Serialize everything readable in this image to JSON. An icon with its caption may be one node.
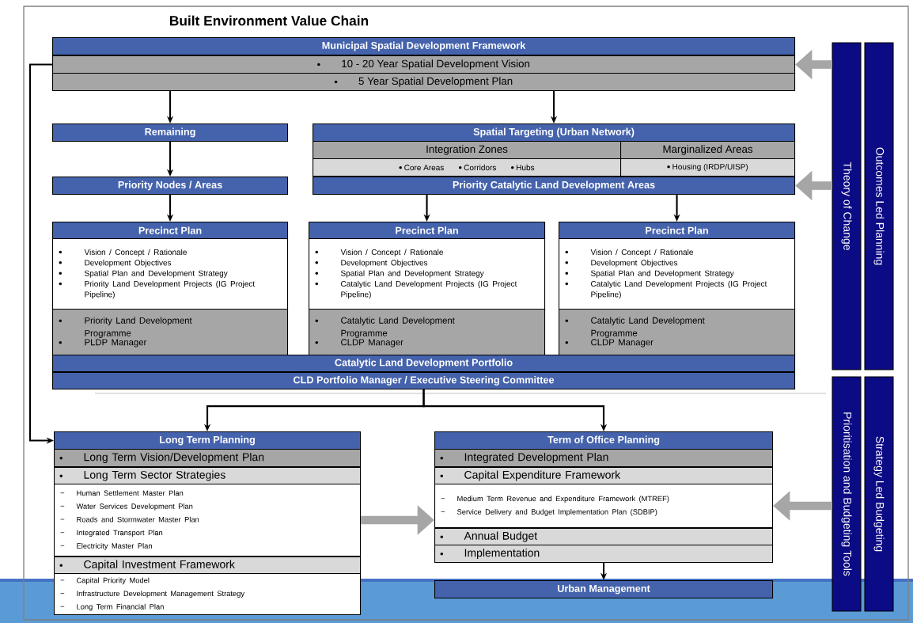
{
  "diagram": {
    "title": "Built Environment Value Chain",
    "nodes": [
      {
        "text": [
          "Municipal Spatial Development Framework"
        ]
      },
      {
        "text": [
          "10 - 20 Year Spatial Development Vision"
        ]
      },
      {
        "text": [
          "5 Year Spatial Development Plan"
        ]
      },
      {
        "text": [
          "Remaining"
        ]
      },
      {
        "text": [
          "Priority Nodes / Areas"
        ]
      },
      {
        "text": [
          "Spatial Targeting (Urban Network)"
        ]
      },
      {
        "text": [
          "Integration Zones"
        ]
      },
      {
        "text": [
          "Marginalized Areas"
        ]
      },
      {
        "text": [
          "Core Areas",
          "Corridors",
          "Hubs"
        ]
      },
      {
        "text": [
          "Housing (IRDP/UISP)"
        ]
      },
      {
        "text": [
          "Priority Catalytic Land Development Areas"
        ]
      },
      {
        "text": [
          "Precinct Plan"
        ]
      },
      {
        "text": [
          "Vision / Concept / Rationale",
          "Development Objectives",
          "Spatial Plan and Development Strategy",
          "Priority Land Development Projects (IG Project Pipeline)"
        ]
      },
      {
        "text": [
          "Priority Land Development Programme",
          "PLDP Manager"
        ]
      },
      {
        "text": [
          "Precinct Plan"
        ]
      },
      {
        "text": [
          "Vision / Concept / Rationale",
          "Development Objectives",
          "Spatial Plan and Development Strategy",
          "Catalytic Land Development Projects (IG Project Pipeline)"
        ]
      },
      {
        "text": [
          "Catalytic Land Development Programme",
          "CLDP Manager"
        ]
      },
      {
        "text": [
          "Precinct Plan"
        ]
      },
      {
        "text": [
          "Vision / Concept / Rationale",
          "Development Objectives",
          "Spatial Plan and Development Strategy",
          "Catalytic Land Development Projects (IG Project Pipeline)"
        ]
      },
      {
        "text": [
          "Catalytic Land Development Programme",
          "CLDP Manager"
        ]
      },
      {
        "text": [
          "Catalytic Land Development Portfolio"
        ]
      },
      {
        "text": [
          "CLD Portfolio Manager / Executive Steering Committee"
        ]
      },
      {
        "text": [
          "Long Term Planning"
        ]
      },
      {
        "text": [
          "Long Term Vision/Development Plan"
        ]
      },
      {
        "text": [
          "Long Term Sector Strategies"
        ]
      },
      {
        "text": [
          "Human Settlement Master Plan",
          "Water Services Development Plan",
          "Roads and Stormwater Master Plan",
          "Integrated Transport Plan",
          "Electricity Master Plan"
        ]
      },
      {
        "text": [
          "Capital Investment Framework"
        ]
      },
      {
        "text": [
          "Capital Priority Model",
          "Infrastructure Development Management Strategy",
          "Long Term Financial Plan"
        ]
      },
      {
        "text": [
          "Term of Office Planning"
        ]
      },
      {
        "text": [
          "Integrated Development Plan"
        ]
      },
      {
        "text": [
          "Capital Expenditure Framework"
        ]
      },
      {
        "text": [
          "Medium Term Revenue and Expenditure Framework (MTREF)",
          "Service Delivery and Budget Implementation Plan (SDBIP)"
        ]
      },
      {
        "text": [
          "Annual Budget"
        ]
      },
      {
        "text": [
          "Implementation"
        ]
      },
      {
        "text": [
          "Urban Management"
        ]
      },
      {
        "text": [
          "Theory of Change"
        ]
      },
      {
        "text": [
          "Outcomes Led Planning"
        ]
      },
      {
        "text": [
          "Prioritisation and Budgeting Tools"
        ]
      },
      {
        "text": [
          "Strategy Led Budgeting"
        ]
      }
    ],
    "edges": [
      {
        "from": 2,
        "to": 3,
        "arrow": "to"
      },
      {
        "from": 2,
        "to": 5,
        "arrow": "to"
      },
      {
        "from": 3,
        "to": 4,
        "arrow": "to"
      },
      {
        "from": 4,
        "to": 11,
        "arrow": "to"
      },
      {
        "from": 10,
        "to": 14,
        "arrow": "to"
      },
      {
        "from": 10,
        "to": 17,
        "arrow": "to"
      },
      {
        "from": 1,
        "to": 22,
        "arrow": "to"
      },
      {
        "from": 21,
        "to": 22,
        "arrow": "to"
      },
      {
        "from": 21,
        "to": 28,
        "arrow": "to"
      },
      {
        "from": 33,
        "to": 34,
        "arrow": "to"
      },
      {
        "from": 35,
        "to": 1,
        "arrow": "to",
        "style": "thick",
        "color": "#a6a6a6"
      },
      {
        "from": 35,
        "to": 10,
        "arrow": "to",
        "style": "thick",
        "color": "#a6a6a6"
      },
      {
        "from": 37,
        "to": 31,
        "arrow": "to",
        "style": "thick",
        "color": "#a6a6a6"
      },
      {
        "from": 25,
        "to": 31,
        "arrow": "to",
        "style": "thick",
        "color": "#a6a6a6"
      }
    ]
  }
}
